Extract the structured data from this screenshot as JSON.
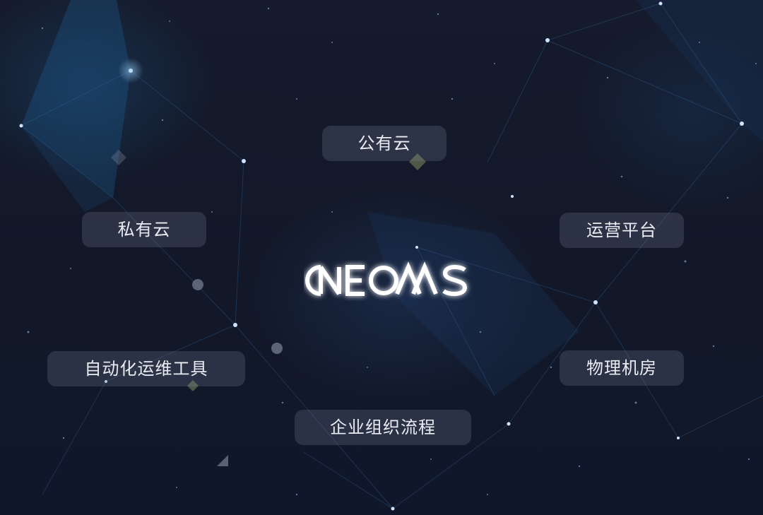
{
  "logo": {
    "text": "ONEOAAS"
  },
  "labels": {
    "public_cloud": "公有云",
    "private_cloud": "私有云",
    "ops_platform": "运营平台",
    "automation_tools": "自动化运维工具",
    "physical_datacenter": "物理机房",
    "enterprise_process": "企业组织流程"
  },
  "colors": {
    "background": "#141a2b",
    "pill": "#3a4154",
    "label_text": "#e9ecf3",
    "logo": "#ffffff",
    "network_line": "#2a5a8f"
  }
}
